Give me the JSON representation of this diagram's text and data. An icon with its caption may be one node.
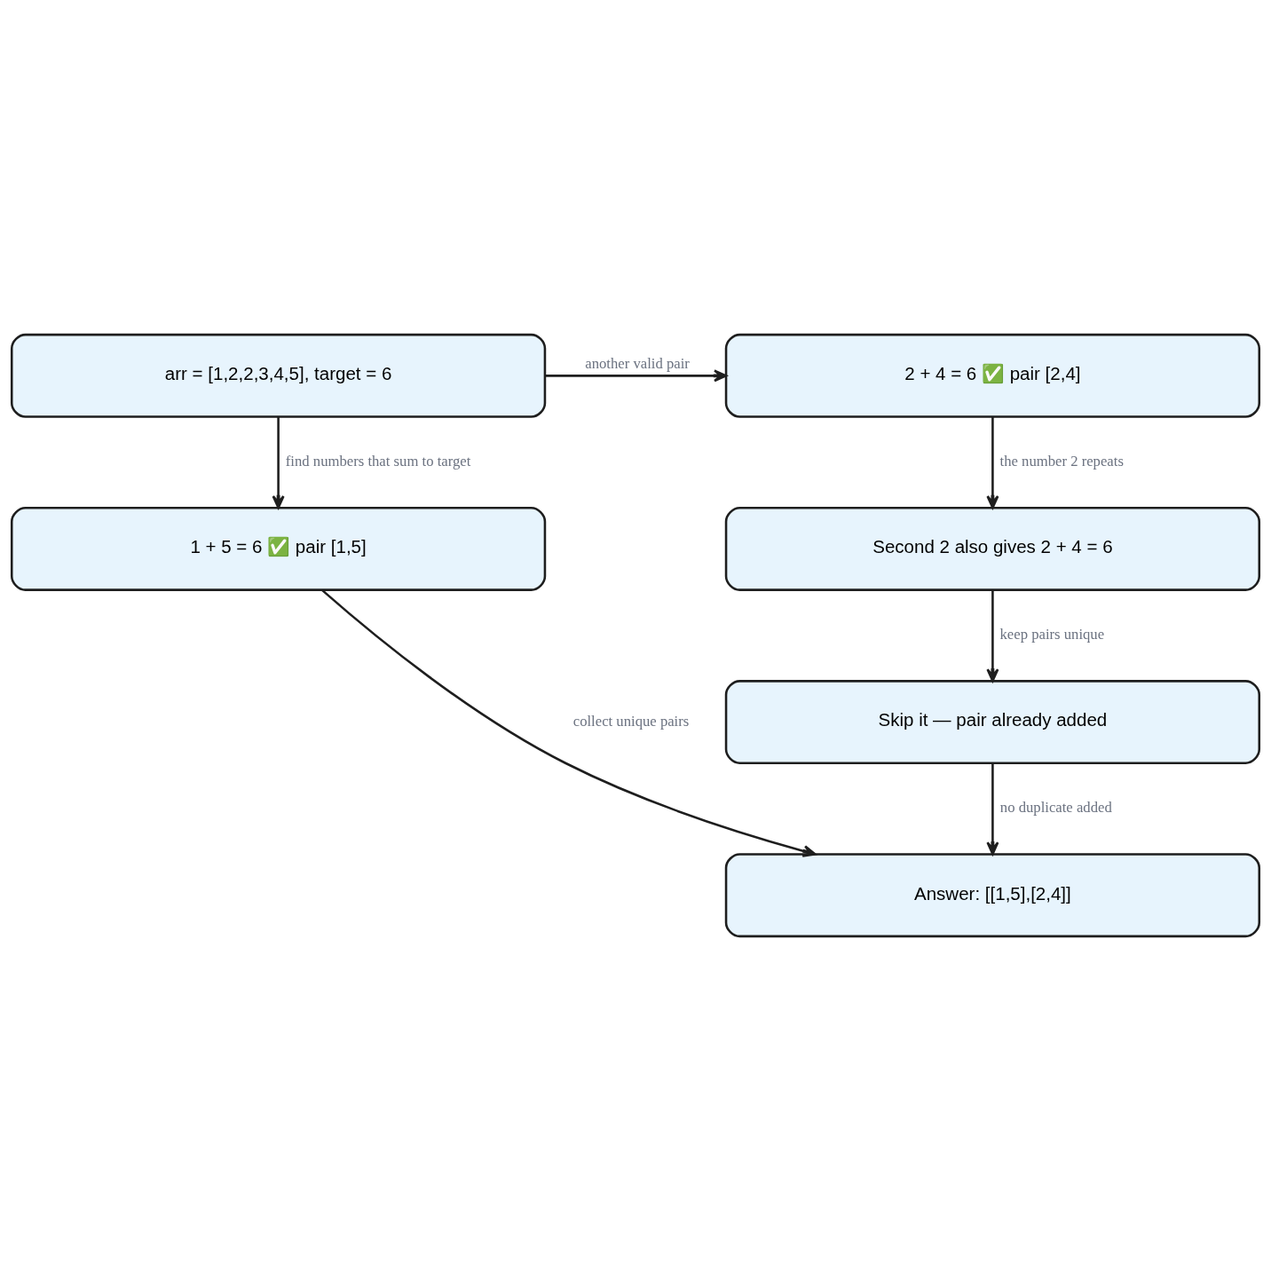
{
  "diagram": {
    "nodes": [
      {
        "text": [
          "arr = [1,2,2,3,4,5], target = 6"
        ]
      },
      {
        "text": [
          "1 + 5 = 6 ✅ pair [1,5]"
        ]
      },
      {
        "text": [
          "2 + 4 = 6 ✅ pair [2,4]"
        ]
      },
      {
        "text": [
          "Second 2 also gives 2 + 4 = 6"
        ]
      },
      {
        "text": [
          "Skip it — pair already added"
        ]
      },
      {
        "text": [
          "Answer: [[1,5],[2,4]]"
        ]
      }
    ],
    "edges": [
      {
        "from": 0,
        "to": 1,
        "arrow": "to",
        "label": "find numbers that sum to target"
      },
      {
        "from": 0,
        "to": 2,
        "arrow": "to",
        "label": "another valid pair"
      },
      {
        "from": 1,
        "to": 5,
        "arrow": "to",
        "label": "collect unique pairs"
      },
      {
        "from": 2,
        "to": 3,
        "arrow": "to",
        "label": "the number 2 repeats"
      },
      {
        "from": 3,
        "to": 4,
        "arrow": "to",
        "label": "keep pairs unique"
      },
      {
        "from": 4,
        "to": 5,
        "arrow": "to",
        "label": "no duplicate added"
      }
    ]
  }
}
